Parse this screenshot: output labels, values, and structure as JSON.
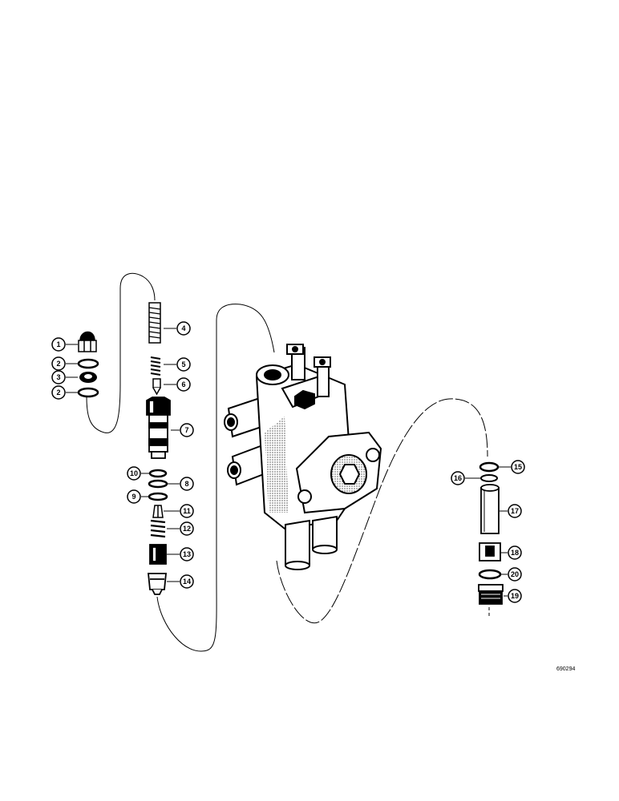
{
  "figure": {
    "reference_number": "690294"
  },
  "callouts": [
    {
      "id": "1",
      "label": "1"
    },
    {
      "id": "2a",
      "label": "2"
    },
    {
      "id": "3",
      "label": "3"
    },
    {
      "id": "2b",
      "label": "2"
    },
    {
      "id": "4",
      "label": "4"
    },
    {
      "id": "5",
      "label": "5"
    },
    {
      "id": "6",
      "label": "6"
    },
    {
      "id": "7",
      "label": "7"
    },
    {
      "id": "10",
      "label": "10"
    },
    {
      "id": "8",
      "label": "8"
    },
    {
      "id": "9",
      "label": "9"
    },
    {
      "id": "11",
      "label": "11"
    },
    {
      "id": "12",
      "label": "12"
    },
    {
      "id": "13",
      "label": "13"
    },
    {
      "id": "14",
      "label": "14"
    },
    {
      "id": "15",
      "label": "15"
    },
    {
      "id": "16",
      "label": "16"
    },
    {
      "id": "17",
      "label": "17"
    },
    {
      "id": "18",
      "label": "18"
    },
    {
      "id": "20",
      "label": "20"
    },
    {
      "id": "19",
      "label": "19"
    }
  ]
}
